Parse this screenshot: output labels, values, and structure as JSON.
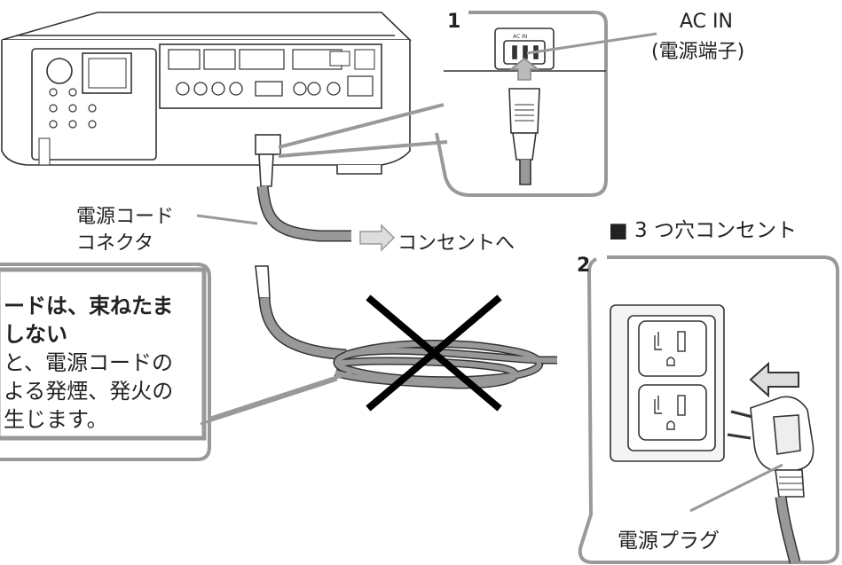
{
  "callout_1": {
    "number": "1",
    "label_line1": "AC IN",
    "label_line2": "(電源端子)",
    "socket_text": "AC IN"
  },
  "cord_label": {
    "line1": "電源コード",
    "line2": "コネクタ"
  },
  "arrow_label": "コンセントへ",
  "outlet_title": {
    "bullet": "■",
    "text": "3 つ穴コンセント"
  },
  "callout_2": {
    "number": "2",
    "plug_label": "電源プラグ"
  },
  "warning": {
    "line1": "ードは、束ねたま",
    "line2": "しない",
    "line3": "と、電源コードの",
    "line4": "よる発煙、発火の",
    "line5": "生じます。"
  }
}
